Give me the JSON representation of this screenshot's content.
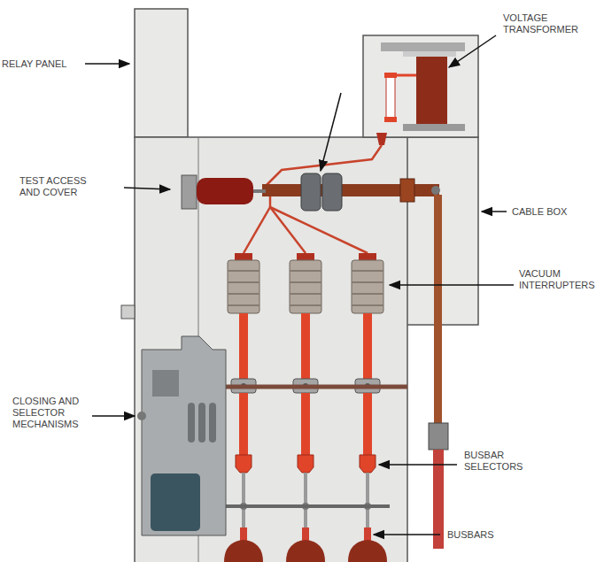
{
  "diagram": {
    "labels": [
      "RELAY PANEL",
      "VOLTAGE TRANSFORMER",
      "TEST ACCESS AND COVER",
      "CABLE BOX",
      "VACUUM INTERRUPTERS",
      "CLOSING AND SELECTOR MECHANISMS",
      "BUSBAR SELECTORS",
      "BUSBARS"
    ]
  }
}
